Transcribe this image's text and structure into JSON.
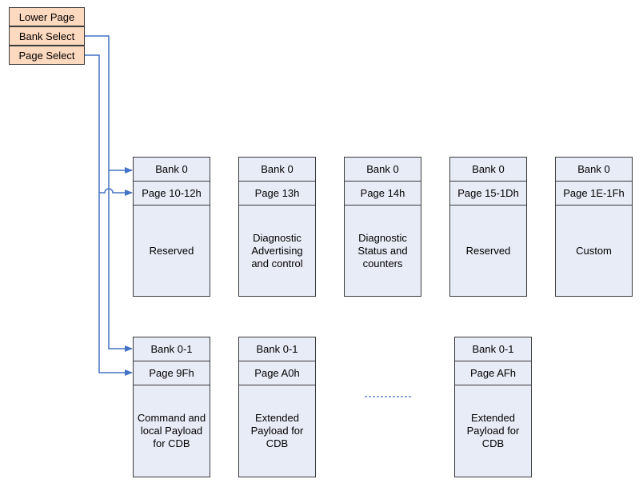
{
  "legend": {
    "lower_page": "Lower Page",
    "bank_select": "Bank Select",
    "page_select": "Page Select"
  },
  "row1": [
    {
      "bank": "Bank 0",
      "page": "Page 10-12h",
      "content": "Reserved"
    },
    {
      "bank": "Bank 0",
      "page": "Page 13h",
      "content": "Diagnostic Advertising and control"
    },
    {
      "bank": "Bank 0",
      "page": "Page 14h",
      "content": "Diagnostic Status and counters"
    },
    {
      "bank": "Bank 0",
      "page": "Page 15-1Dh",
      "content": "Reserved"
    },
    {
      "bank": "Bank 0",
      "page": "Page 1E-1Fh",
      "content": "Custom"
    }
  ],
  "row2": [
    {
      "bank": "Bank 0-1",
      "page": "Page 9Fh",
      "content": "Command and local Payload for CDB"
    },
    {
      "bank": "Bank 0-1",
      "page": "Page A0h",
      "content": "Extended Payload for CDB"
    },
    {
      "bank": "Bank 0-1",
      "page": "Page AFh",
      "content": "Extended Payload for CDB"
    }
  ],
  "colors": {
    "legend_fill": "#fdd9bf",
    "box_fill": "#e8ecf6",
    "connector": "#4472c4",
    "border": "#3a3a3a"
  }
}
